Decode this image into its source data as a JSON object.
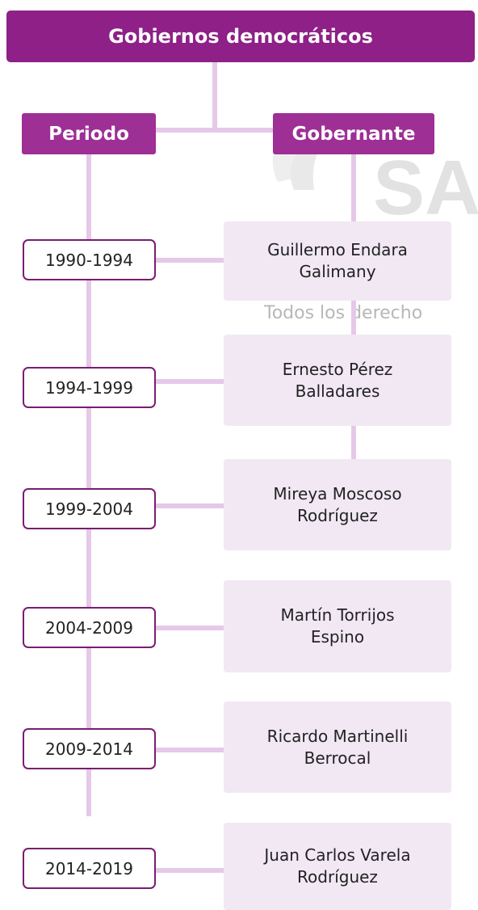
{
  "title": "Gobiernos democráticos",
  "headers": {
    "period": "Periodo",
    "ruler": "Gobernante"
  },
  "watermark": {
    "logo": "SA",
    "text": "Todos los derecho"
  },
  "rows": [
    {
      "period": "1990-1994",
      "name_line1": "Guillermo Endara",
      "name_line2": "Galimany"
    },
    {
      "period": "1994-1999",
      "name_line1": "Ernesto Pérez",
      "name_line2": "Balladares"
    },
    {
      "period": "1999-2004",
      "name_line1": "Mireya Moscoso",
      "name_line2": "Rodríguez"
    },
    {
      "period": "2004-2009",
      "name_line1": "Martín Torrijos",
      "name_line2": "Espino"
    },
    {
      "period": "2009-2014",
      "name_line1": "Ricardo Martinelli",
      "name_line2": "Berrocal"
    },
    {
      "period": "2014-2019",
      "name_line1": "Juan Carlos Varela",
      "name_line2": "Rodríguez"
    }
  ],
  "colors": {
    "title_bg": "#8e2087",
    "header_bg": "#9d2f95",
    "connector": "#e6c8e8",
    "card_bg": "#f1e8f4",
    "period_border": "#7a1d72"
  }
}
